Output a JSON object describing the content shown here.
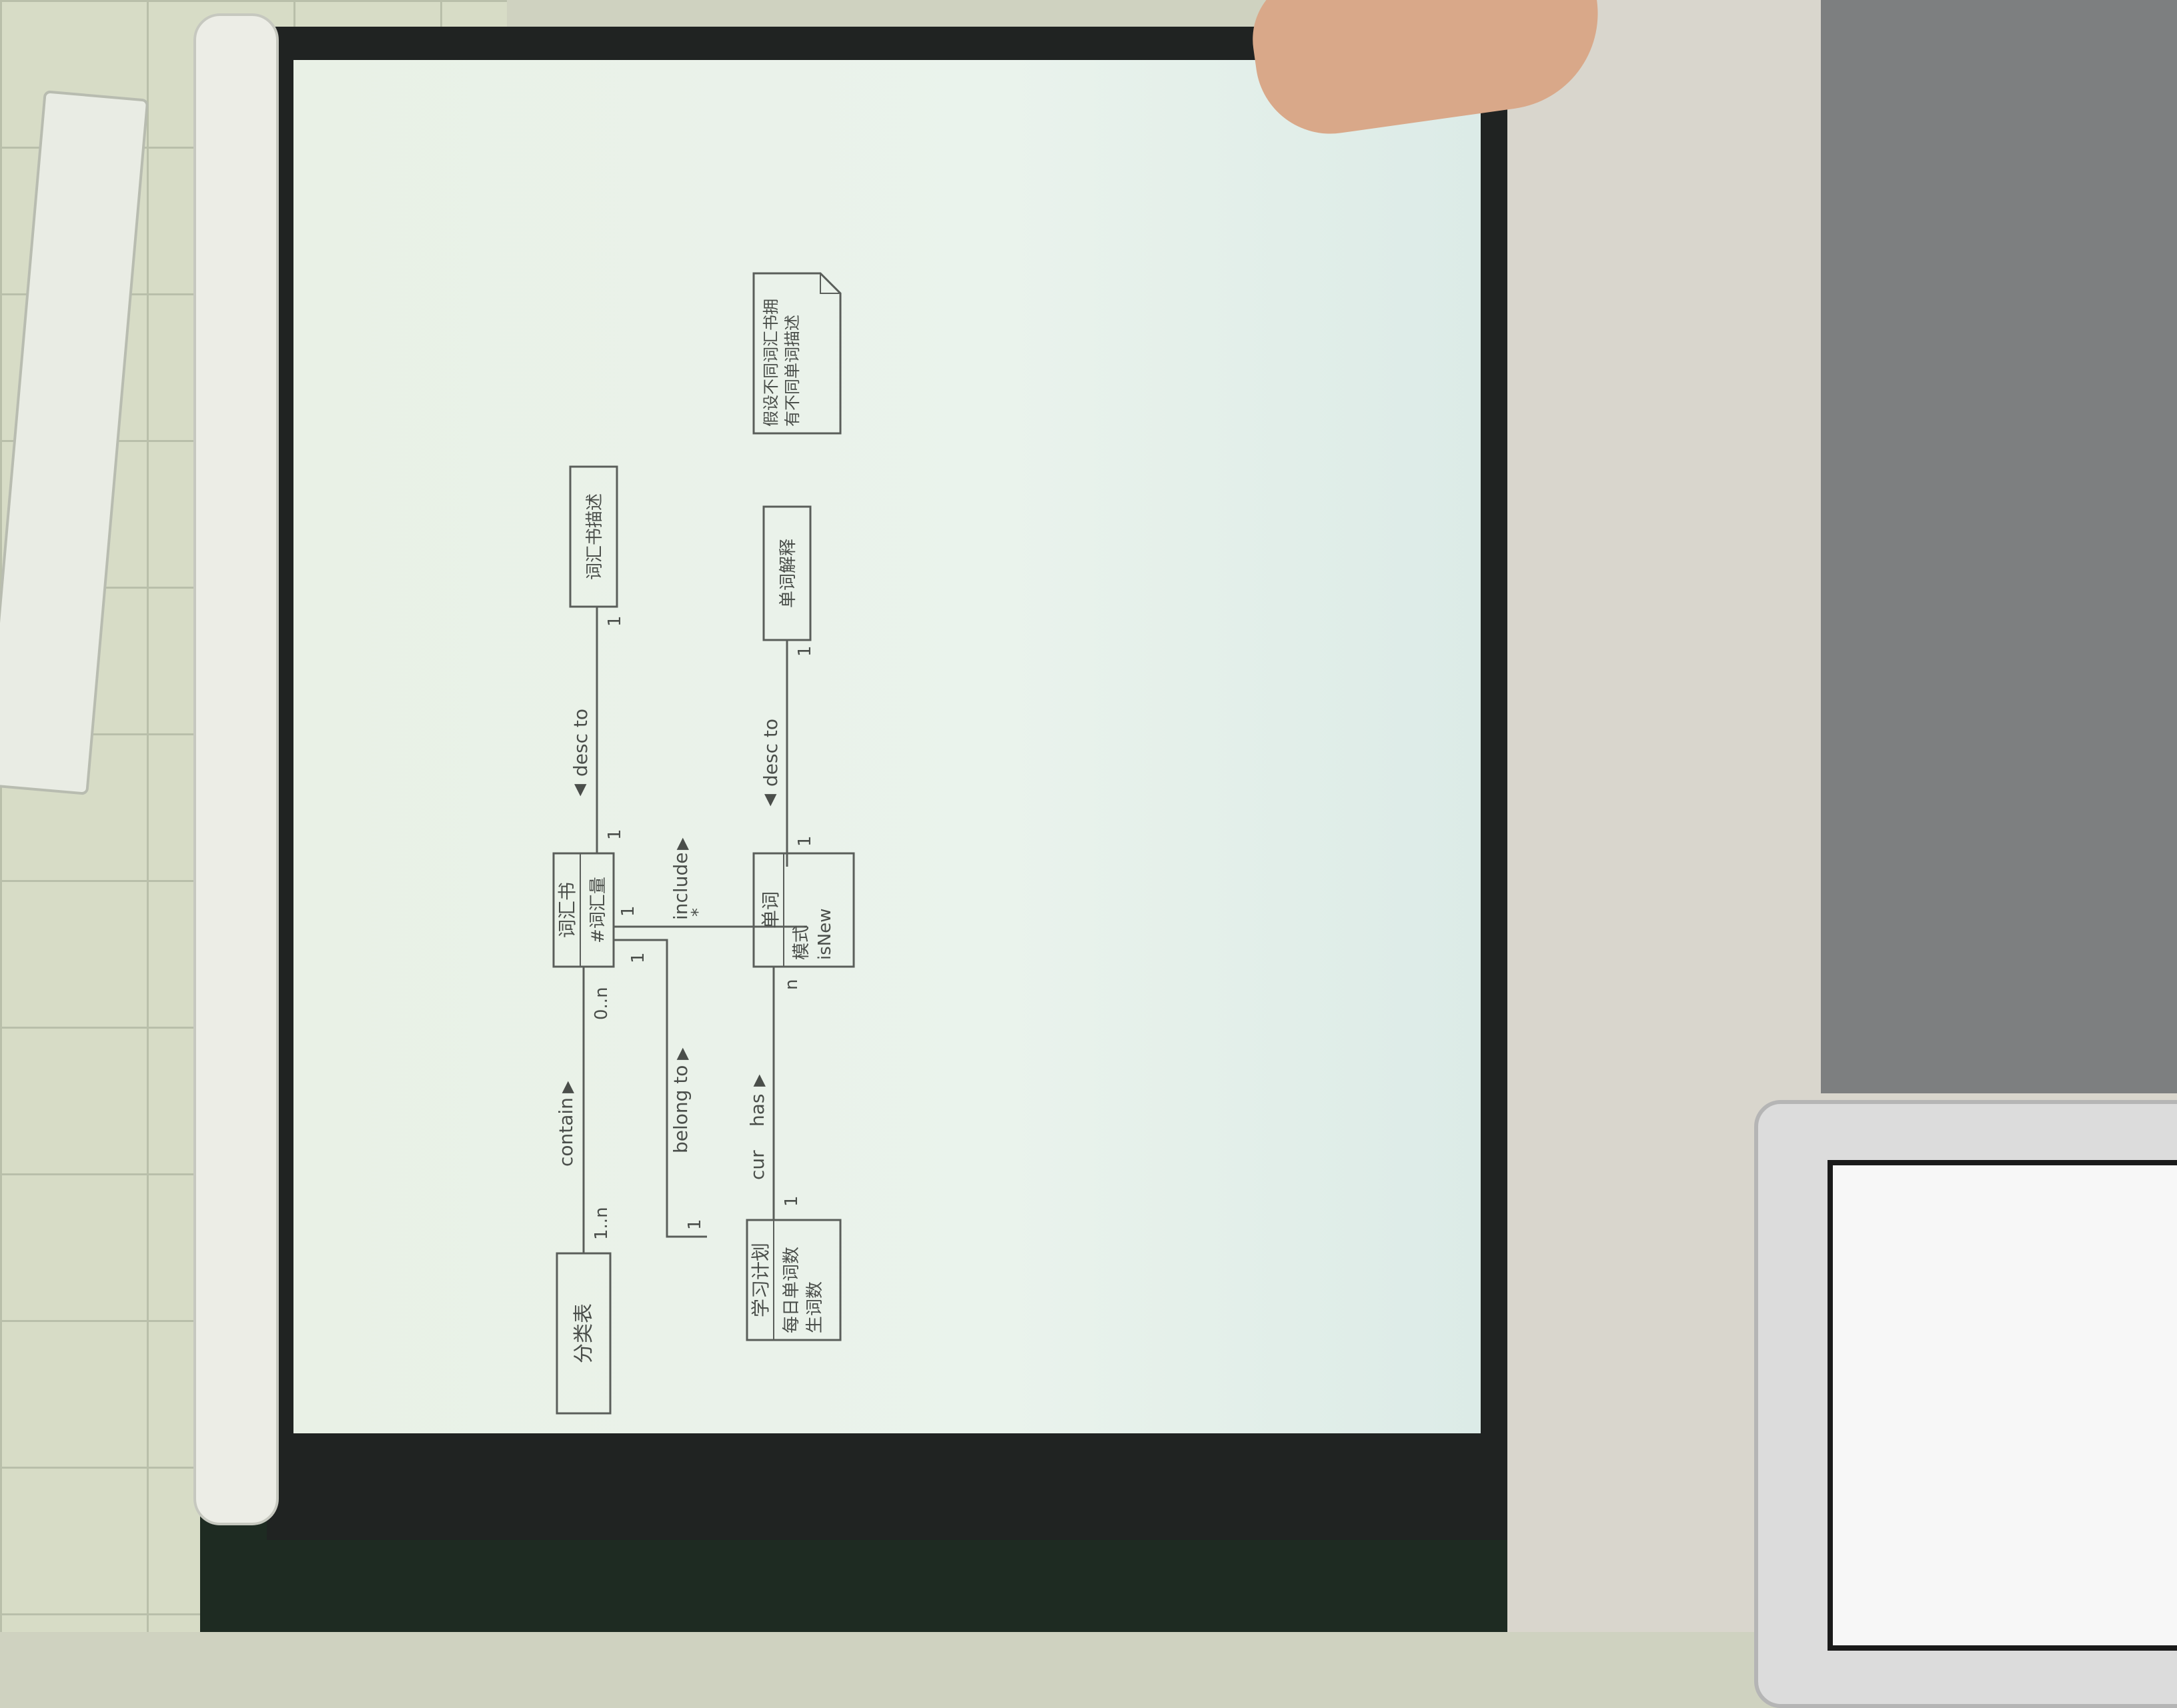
{
  "diagram": {
    "classes": {
      "category_table": "分类表",
      "vocabulary_book": {
        "name": "词汇书",
        "attribute": "#词汇量"
      },
      "book_description": "词汇书描述",
      "study_plan": {
        "name": "学习计划",
        "attributes": [
          "每日单词数",
          "生词数"
        ]
      },
      "word": {
        "name": "单词",
        "attributes": [
          "模式",
          "isNew"
        ]
      },
      "word_explanation": "单词解释"
    },
    "note": "假设不同词汇书拥有不同单词描述",
    "associations": {
      "contain": {
        "label": "contain",
        "end_left": "1..n",
        "end_right": "0..n"
      },
      "belong_to": {
        "label": "belong to",
        "end_plan": "1",
        "end_book": "1"
      },
      "desc_to_book": {
        "label": "desc to",
        "end_book": "1",
        "end_desc": "1"
      },
      "include": {
        "label": "include",
        "end_book": "1",
        "end_word": "*"
      },
      "cur_has": {
        "role": "cur",
        "label": "has",
        "end_plan": "1",
        "end_word": "n"
      },
      "desc_to_word": {
        "label": "desc to",
        "end_word": "1",
        "end_expl": "1"
      }
    },
    "arrow_glyph": "▶"
  },
  "colors": {
    "screen": "#eaf3ec",
    "line": "#5a5e5a",
    "text": "#4a4e4a"
  }
}
